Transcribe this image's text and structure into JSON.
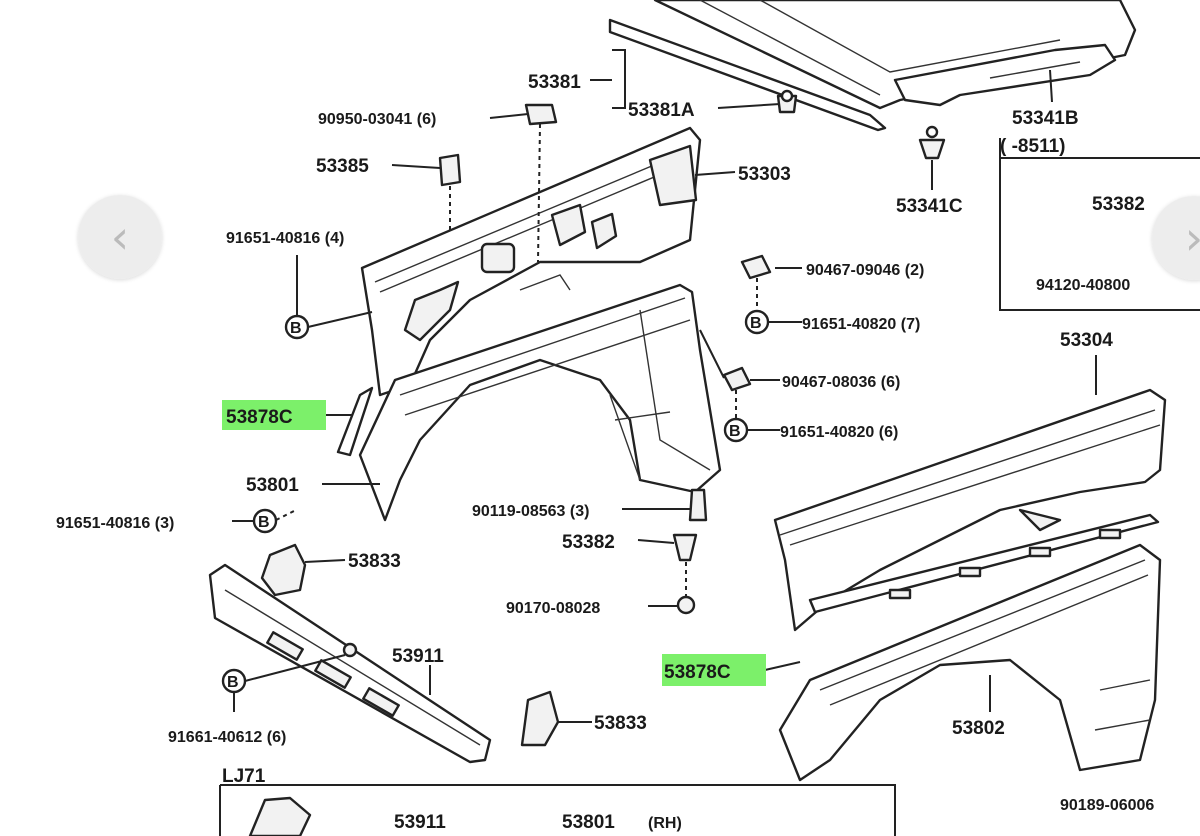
{
  "labels": {
    "l53381": "53381",
    "l53381A": "53381A",
    "l90950": "90950-03041 (6)",
    "l53341B": "53341B",
    "l8511": "(     -8511)",
    "l53385": "53385",
    "l53303": "53303",
    "l53341C": "53341C",
    "l53382top": "53382",
    "l91651_40816_4": "91651-40816 (4)",
    "l94120": "94120-40800",
    "l90467_09046": "90467-09046 (2)",
    "l91651_40820_7": "91651-40820 (7)",
    "l53304": "53304",
    "l90467_08036": "90467-08036 (6)",
    "l53878C_a": "53878C",
    "l91651_40820_6": "91651-40820 (6)",
    "l53801": "53801",
    "l90119": "90119-08563 (3)",
    "l91651_40816_3": "91651-40816 (3)",
    "l53382": "53382",
    "l53833a": "53833",
    "l90170": "90170-08028",
    "l53911": "53911",
    "l53878C_b": "53878C",
    "l91661": "91661-40612 (6)",
    "l53833b": "53833",
    "l53802": "53802",
    "lLJ71": "LJ71",
    "l53911b": "53911",
    "l53801b": "53801",
    "lRH": "(RH)",
    "l90189": "90189-06006"
  },
  "highlight_color": "#7cf06a",
  "nav": {
    "prev_icon": "chevron-left-icon",
    "next_icon": "chevron-right-icon",
    "prev": "‹",
    "next": "›"
  }
}
